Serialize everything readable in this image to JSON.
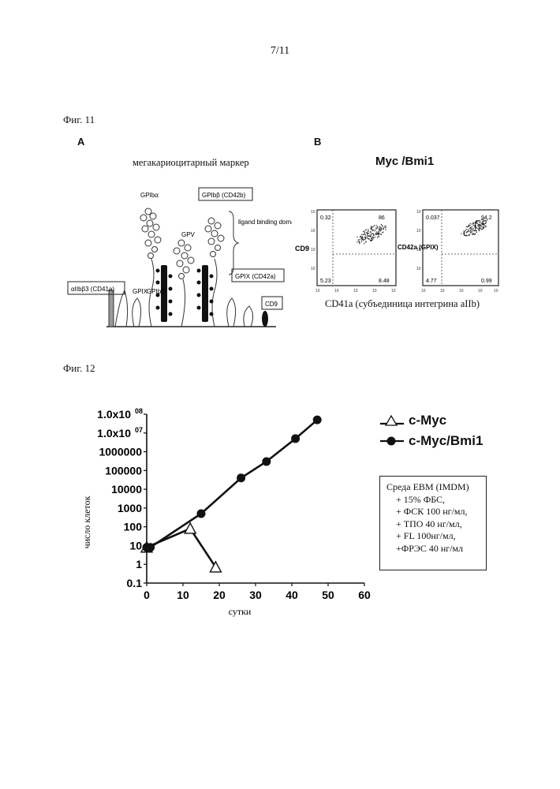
{
  "page": {
    "number": "7/11"
  },
  "fig11": {
    "label": "Фиг. 11",
    "panel_a": {
      "letter": "A",
      "title": "мегакариоцитарный маркер",
      "labels": {
        "gpib_alpha": "GPIbα",
        "gpib_beta": "GPIbβ (CD42b)",
        "ligand": "ligand binding domain",
        "gpv": "GPV",
        "gpix": "GPIX",
        "gpib_b2": "GPIbβ",
        "gpix_cd42a": "GPIX (CD42a)",
        "aiib_cd41a": "αIIbβ3 (CD41a)",
        "cd9": "CD9"
      }
    },
    "panel_b": {
      "letter": "B",
      "title": "Myc /Bmi1",
      "x_label": "CD41a (субъединица интегрина aIIb)",
      "plots": [
        {
          "y_label": "CD9",
          "q_ul": "0.32",
          "q_ur": "86",
          "q_ll": "5.23",
          "q_lr": "8.48"
        },
        {
          "y_label": "CD42a (GPIX)",
          "q_ul": "0.037",
          "q_ur": "94.2",
          "q_ll": "4.77",
          "q_lr": "0.99"
        }
      ],
      "tick": "10"
    }
  },
  "fig12": {
    "label": "Фиг. 12",
    "media": {
      "lines": [
        "Среда EBM (IMDM)",
        "+ 15% ФБС,",
        "+ ФСК 100 нг/мл,",
        "+ ТПО 40 нг/мл,",
        "+ FL 100нг/мл,",
        "+ФРЭС 40 нг/мл"
      ]
    }
  },
  "chart_data": {
    "type": "line",
    "xlabel": "сутки",
    "ylabel": "число клеток",
    "yscale": "log",
    "xlim": [
      0,
      60
    ],
    "ylim": [
      0.1,
      100000000
    ],
    "xticks": [
      "0",
      "10",
      "20",
      "30",
      "40",
      "50",
      "60"
    ],
    "yticks": [
      "0.1",
      "1",
      "10",
      "100",
      "1000",
      "10000",
      "100000",
      "1000000",
      "1.0x10 07",
      "1.0x10 08"
    ],
    "series": [
      {
        "name": "c-Myc",
        "marker": "open-triangle",
        "x": [
          0,
          12,
          19
        ],
        "y": [
          8,
          80,
          0.7
        ]
      },
      {
        "name": "c-Myc/Bmi1",
        "marker": "filled-circle",
        "x": [
          0,
          1,
          15,
          26,
          33,
          41,
          47
        ],
        "y": [
          8,
          8,
          500,
          40000,
          300000,
          5000000,
          50000000
        ]
      }
    ]
  }
}
